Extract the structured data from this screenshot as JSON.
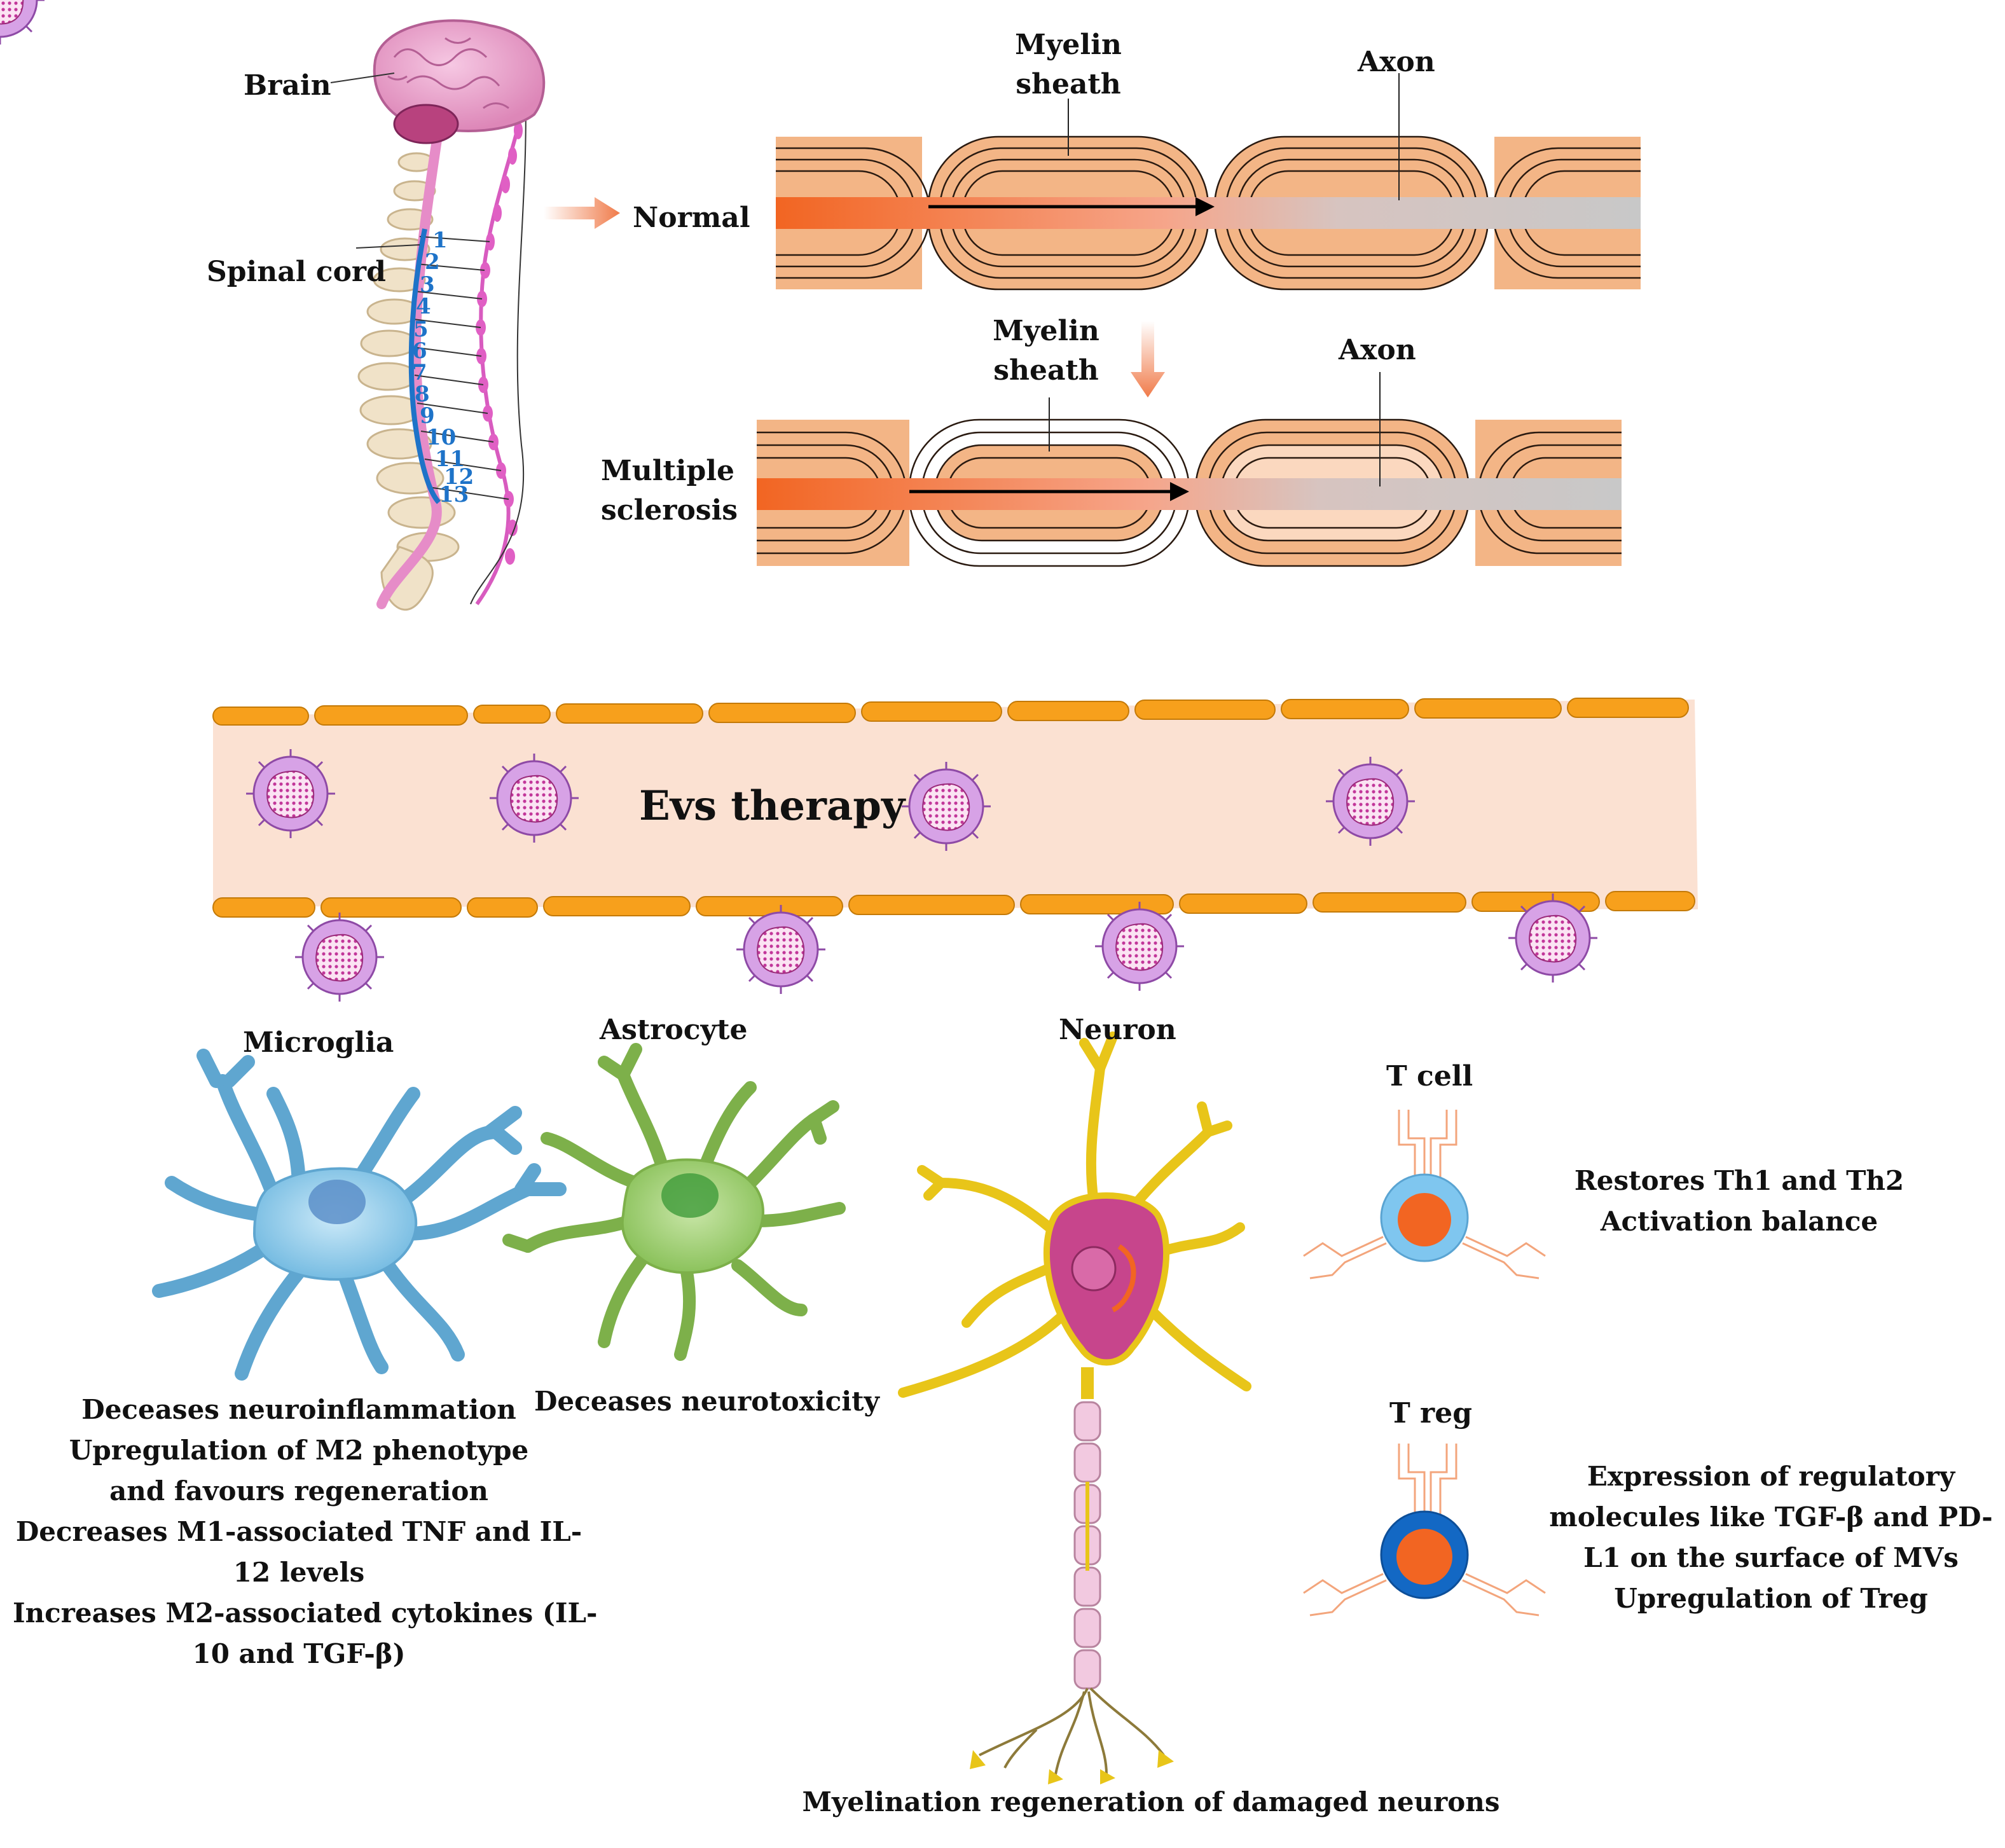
{
  "top": {
    "brain_label": "Brain",
    "spinal_cord_label": "Spinal cord",
    "normal_label": "Normal",
    "ms_label_line1": "Multiple",
    "ms_label_line2": "sclerosis",
    "myelin_label_line1": "Myelin",
    "myelin_label_line2": "sheath",
    "axon_label": "Axon",
    "vertebra_numbers": [
      "1",
      "2",
      "3",
      "4",
      "5",
      "6",
      "7",
      "8",
      "9",
      "10",
      "11",
      "12",
      "13"
    ]
  },
  "vessel": {
    "title": "Evs therapy"
  },
  "cells": {
    "microglia": {
      "title": "Microglia",
      "effects": [
        "Deceases neuroinflammation",
        "Upregulation of M2 phenotype",
        "and favours regeneration",
        "Decreases M1-associated TNF and IL-",
        "12 levels",
        "Increases M2-associated cytokines (IL-",
        "10 and TGF-β)"
      ]
    },
    "astrocyte": {
      "title": "Astrocyte",
      "effects": [
        "Deceases neurotoxicity"
      ]
    },
    "neuron": {
      "title": "Neuron",
      "effects": [
        "Myelination regeneration of damaged neurons"
      ]
    },
    "t_cell": {
      "title": "T cell",
      "effects": [
        "Restores Th1 and Th2",
        "Activation balance"
      ]
    },
    "t_reg": {
      "title": "T reg",
      "effects": [
        "Expression of regulatory",
        "molecules like TGF-β and PD-",
        "L1 on the surface of MVs",
        "Upregulation of Treg"
      ]
    }
  },
  "colors": {
    "arrow_orange": "#f07b4a",
    "myelin_orange": "#f3b586",
    "axon_orange": "#f26522",
    "vessel_fill": "#fbe1d2",
    "endothelial": "#f7a01c",
    "ev_purple": "#d7a2e6",
    "microglia_blue": "#7cc3e8",
    "astrocyte_green": "#8dc35a",
    "neuron_yellow": "#f4dc2c",
    "vertebra_blue": "#1e73c8",
    "t_cell_blue": "#7fc6ef",
    "t_reg_blue": "#1368c4",
    "nucleus_orange": "#f26522"
  }
}
